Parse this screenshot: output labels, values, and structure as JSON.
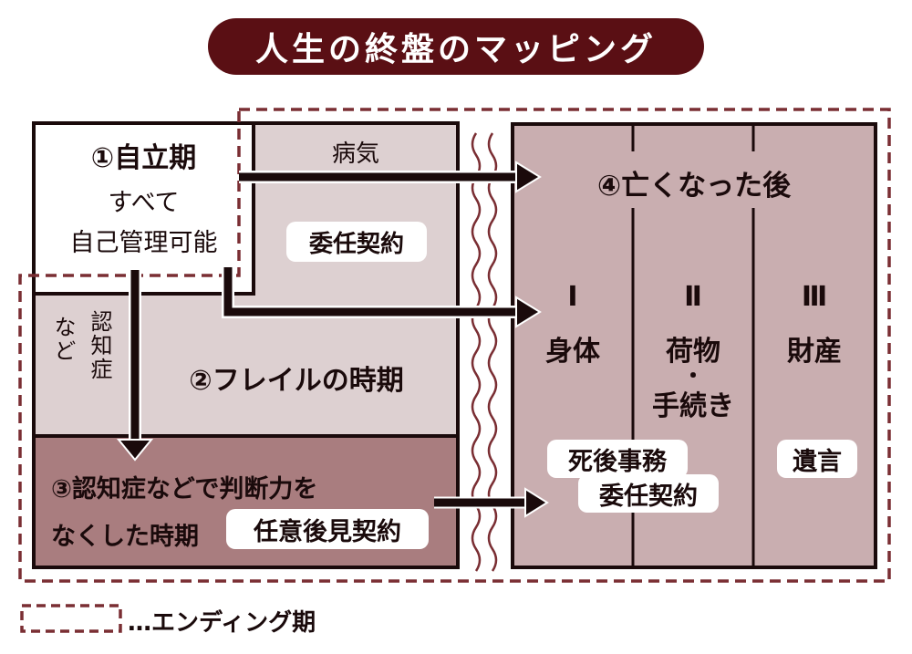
{
  "title": "人生の終盤のマッピング",
  "colors": {
    "title_bg": "#5a0f14",
    "stage1_bg": "#ffffff",
    "stage2_bg": "#ddd0d1",
    "stage3_bg": "#a97d7f",
    "stage4_bg": "#c9aeb0",
    "border": "#1a0a0b",
    "dashed": "#7a2e33"
  },
  "stage1": {
    "heading": "①自立期",
    "line1": "すべて",
    "line2": "自己管理可能"
  },
  "illness": {
    "label": "病気",
    "contract": "委任契約"
  },
  "stage2": {
    "side_label_1": "認知症",
    "side_label_2": "など",
    "heading": "②フレイルの時期"
  },
  "stage3": {
    "heading_line1": "③認知症などで判断力を",
    "heading_line2": "なくした時期",
    "contract": "任意後見契約"
  },
  "stage4": {
    "heading": "④亡くなった後",
    "columns": [
      {
        "numeral": "Ⅰ",
        "label_line1": "身体"
      },
      {
        "numeral": "Ⅱ",
        "label_line1": "荷物",
        "separator": "・",
        "label_line2": "手続き"
      },
      {
        "numeral": "Ⅲ",
        "label_line1": "財産"
      }
    ],
    "posthumous_contract_line1": "死後事務",
    "posthumous_contract_line2": "委任契約",
    "will": "遺言"
  },
  "legend": {
    "text": "…エンディング期"
  }
}
